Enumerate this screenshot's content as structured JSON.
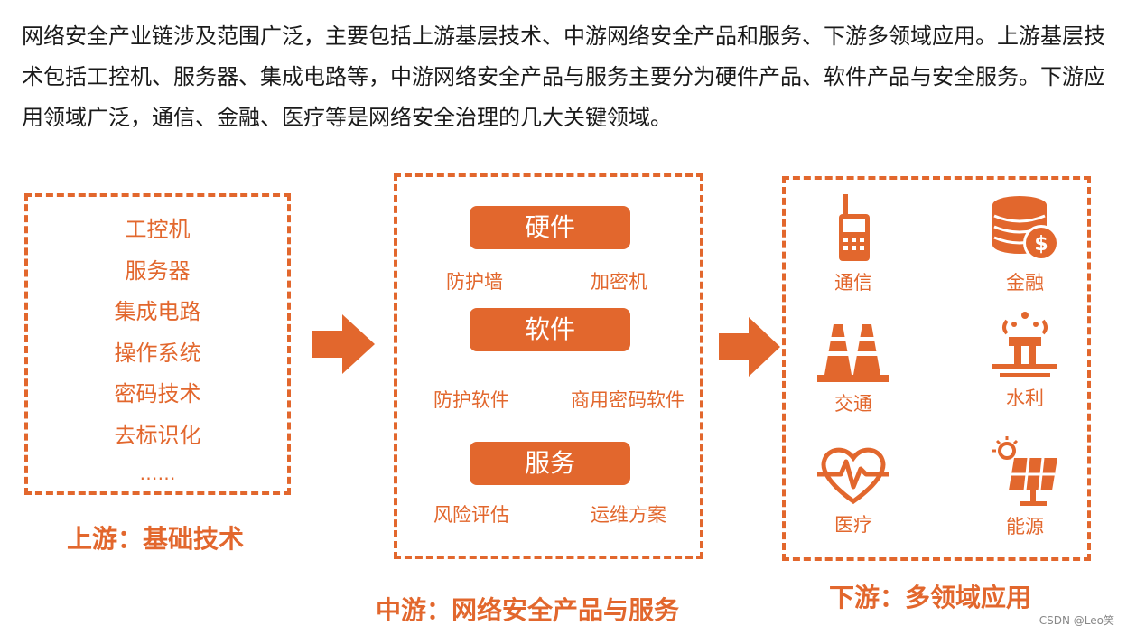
{
  "intro": "网络安全产业链涉及范围广泛，主要包括上游基层技术、中游网络安全产品和服务、下游多领域应用。上游基层技术包括工控机、服务器、集成电路等，中游网络安全产品与服务主要分为硬件产品、软件产品与安全服务。下游应用领域广泛，通信、金融、医疗等是网络安全治理的几大关键领域。",
  "upstream": {
    "title": "上游：基础技术",
    "items": [
      "工控机",
      "服务器",
      "集成电路",
      "操作系统",
      "密码技术",
      "去标识化",
      "……"
    ]
  },
  "midstream": {
    "title": "中游：网络安全产品与服务",
    "categories": [
      {
        "label": "硬件",
        "items": [
          "防护墙",
          "加密机"
        ]
      },
      {
        "label": "软件",
        "items": [
          "防护软件",
          "商用密码软件"
        ]
      },
      {
        "label": "服务",
        "items": [
          "风险评估",
          "运维方案"
        ]
      }
    ]
  },
  "downstream": {
    "title": "下游：多领域应用",
    "apps": [
      {
        "label": "通信",
        "icon": "walkie-talkie-icon"
      },
      {
        "label": "金融",
        "icon": "coins-icon"
      },
      {
        "label": "交通",
        "icon": "traffic-cone-icon"
      },
      {
        "label": "水利",
        "icon": "water-facility-icon"
      },
      {
        "label": "医疗",
        "icon": "heartbeat-icon"
      },
      {
        "label": "能源",
        "icon": "solar-panel-icon"
      }
    ]
  },
  "watermark": "CSDN @Leo笑",
  "colors": {
    "accent": "#e2672d",
    "text": "#1a1a1a"
  }
}
